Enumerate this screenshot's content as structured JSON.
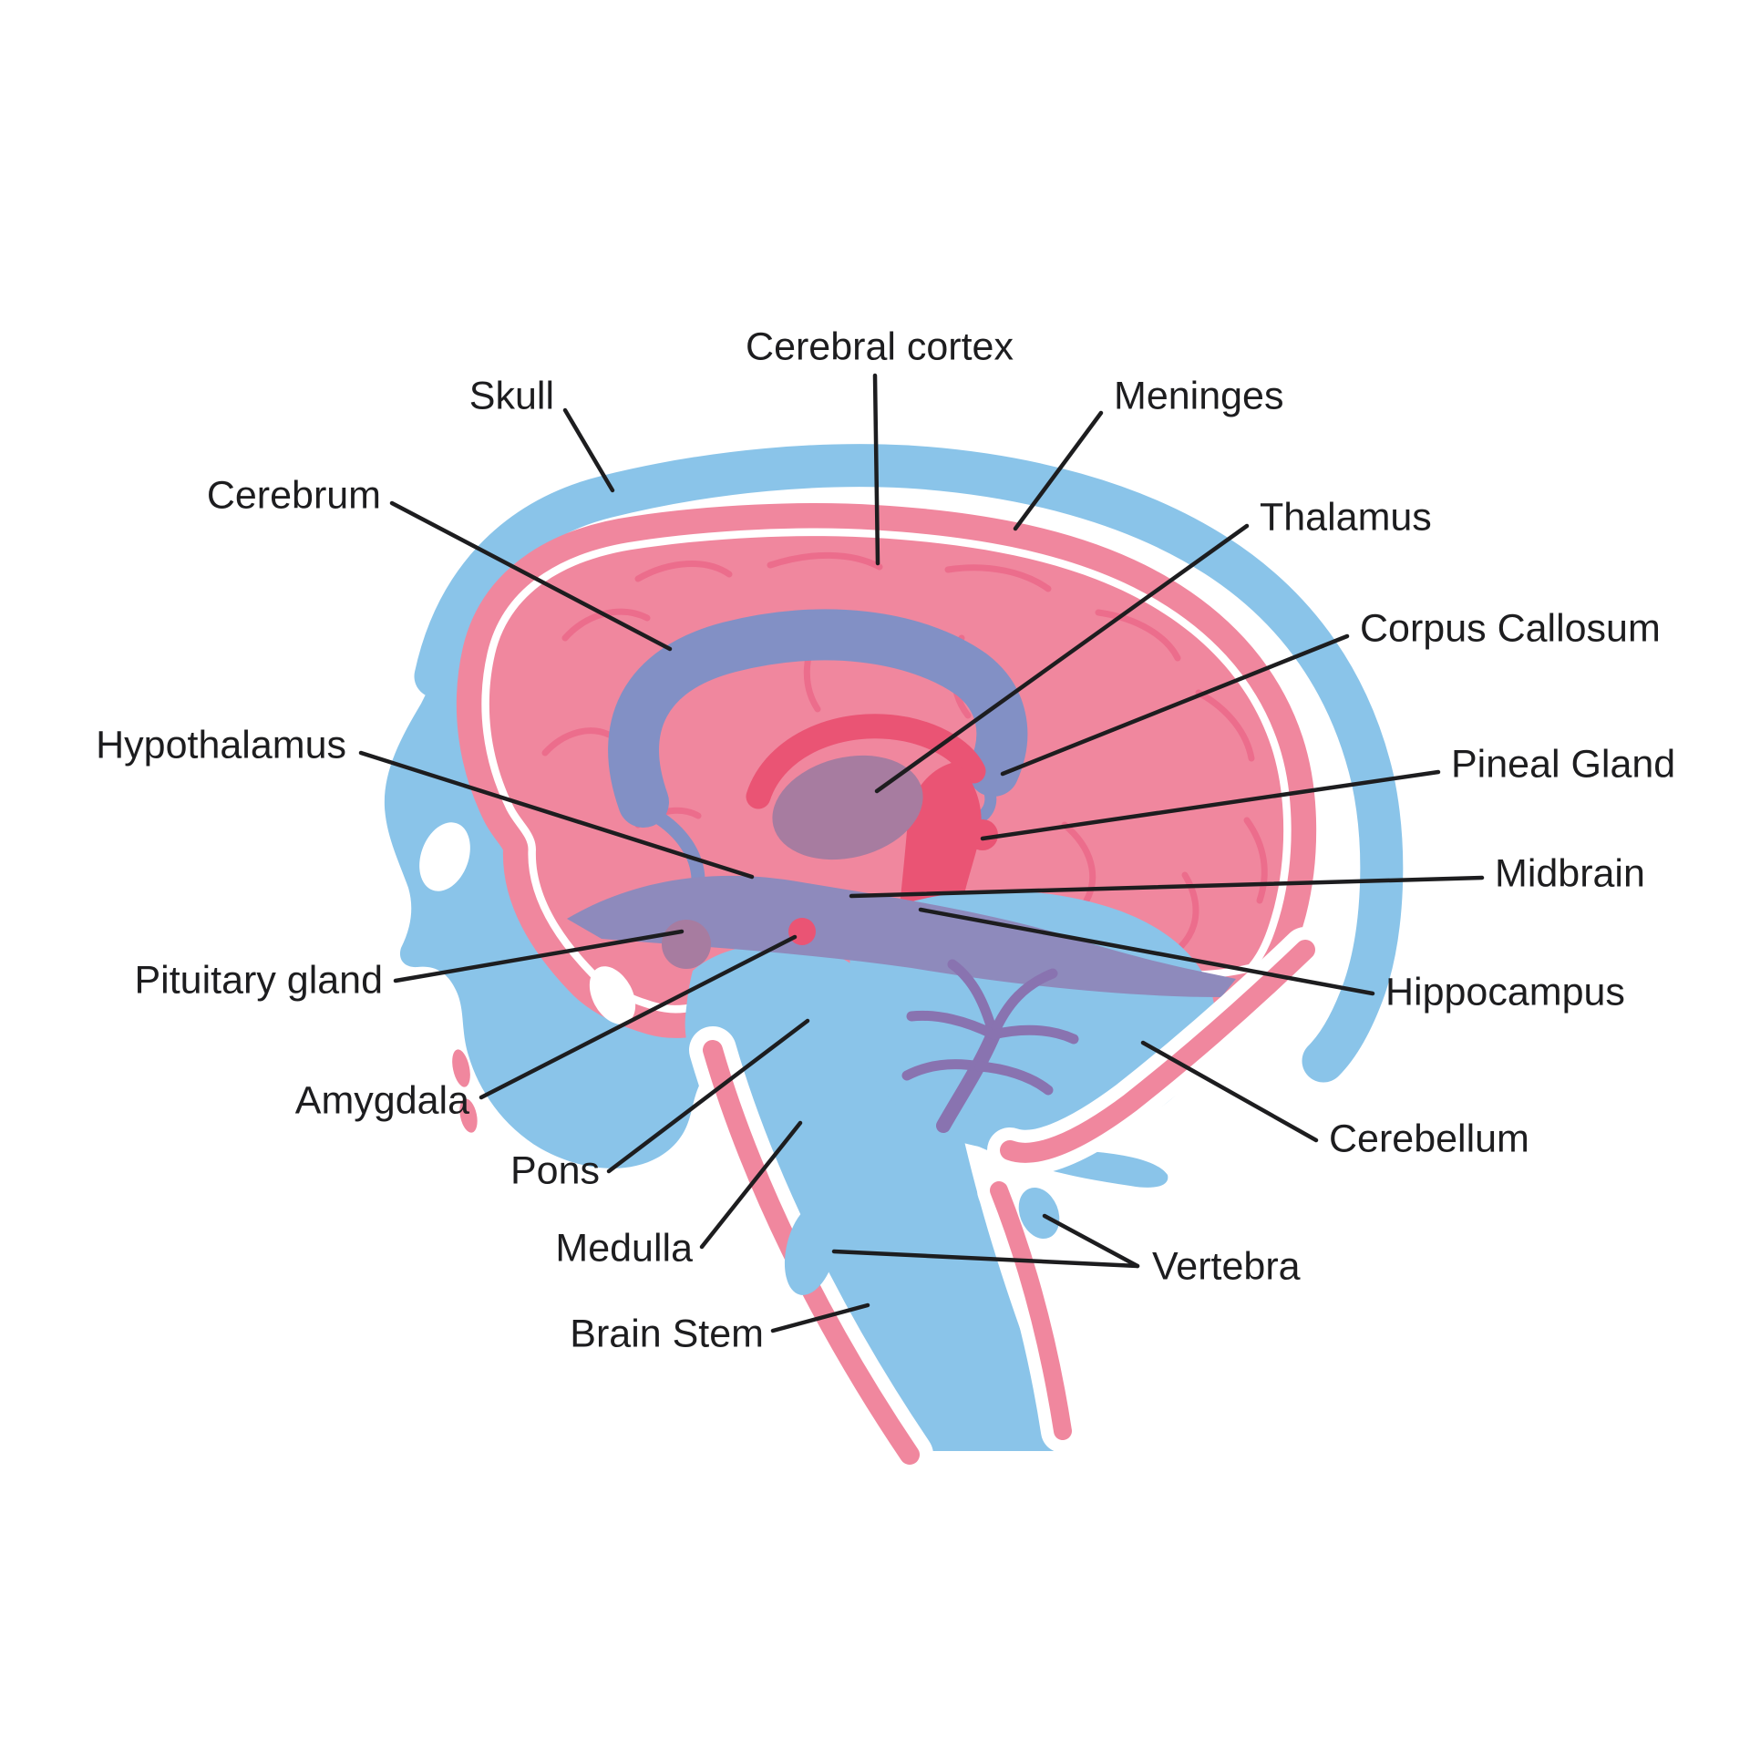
{
  "figure": {
    "type": "labeled-anatomy-diagram",
    "subject": "Human brain sagittal cross-section",
    "background": "#ffffff",
    "palette": {
      "skull_blue": "#8AC4E9",
      "brain_pink": "#F0879E",
      "sulcus_pink": "#EC6D8C",
      "deep_red": "#EA5474",
      "amygdala_halo": "#F07E93",
      "slate_blue": "#8290C5",
      "mauve": "#A77CA0",
      "band_purple": "#8E8ABC",
      "arbor_purple": "#8973B0",
      "gap_white": "#FFFFFF",
      "line_black": "#1D1D1F"
    },
    "labels": [
      {
        "text": "Skull"
      },
      {
        "text": "Cerebrum"
      },
      {
        "text": "Hypothalamus"
      },
      {
        "text": "Pituitary gland"
      },
      {
        "text": "Amygdala"
      },
      {
        "text": "Pons"
      },
      {
        "text": "Medulla"
      },
      {
        "text": "Brain Stem"
      },
      {
        "text": "Cerebral cortex"
      },
      {
        "text": "Meninges"
      },
      {
        "text": "Thalamus"
      },
      {
        "text": "Corpus Callosum"
      },
      {
        "text": "Pineal Gland"
      },
      {
        "text": "Midbrain"
      },
      {
        "text": "Hippocampus"
      },
      {
        "text": "Cerebellum"
      },
      {
        "text": "Vertebra"
      }
    ],
    "structures": [
      "skull",
      "face",
      "cerebrum",
      "meninges-gap",
      "corpus-callosum",
      "fornix",
      "thalamus",
      "hypothalamus-region",
      "pituitary-gland",
      "amygdala",
      "midbrain-red",
      "pineal-gland",
      "pons",
      "brain-stem",
      "cerebellum",
      "arbor-vitae",
      "vertebrae",
      "temporal-band"
    ]
  }
}
